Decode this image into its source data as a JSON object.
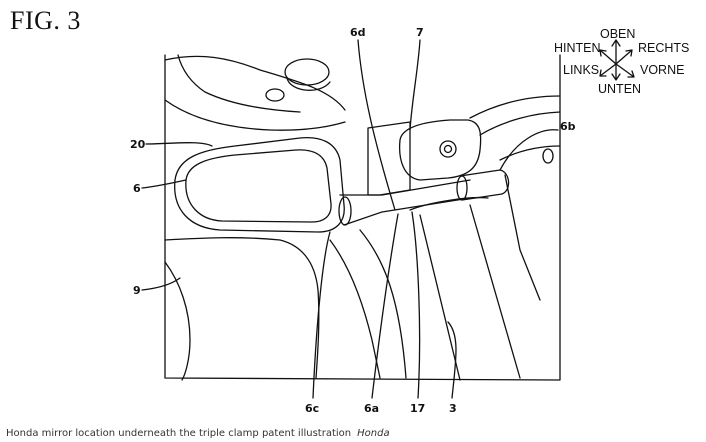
{
  "figure": {
    "title": "FIG. 3"
  },
  "reference_labels": {
    "r20": "20",
    "r6": "6",
    "r9": "9",
    "r6d": "6d",
    "r7": "7",
    "r6b": "6b",
    "r6c": "6c",
    "r6a": "6a",
    "r17": "17",
    "r3": "3"
  },
  "compass": {
    "up": "OBEN",
    "left_up": "HINTEN",
    "right_up": "RECHTS",
    "left_down": "LINKS",
    "right_down": "VORNE",
    "down": "UNTEN"
  },
  "caption": {
    "text": "Honda mirror location underneath the triple clamp patent illustration",
    "credit": "Honda"
  }
}
